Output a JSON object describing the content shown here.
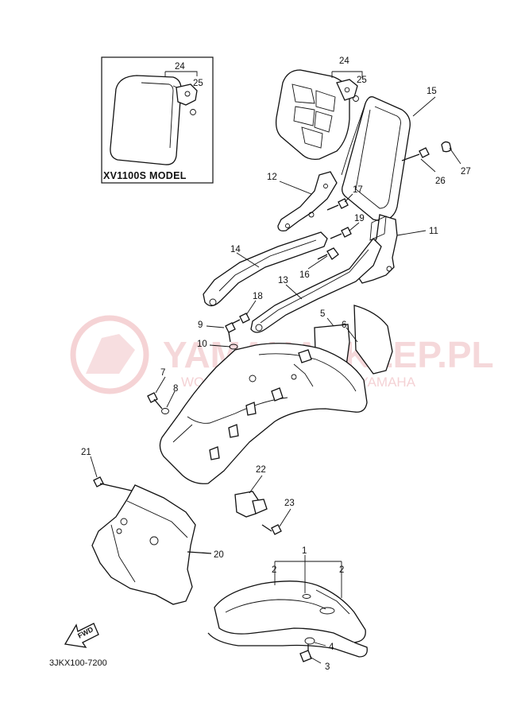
{
  "inset": {
    "model_label": "XV1100S MODEL",
    "callouts": [
      "24",
      "25"
    ]
  },
  "callouts": {
    "c24": "24",
    "c25": "25",
    "c15": "15",
    "c26": "26",
    "c27": "27",
    "c12": "12",
    "c17": "17",
    "c19": "19",
    "c11": "11",
    "c14": "14",
    "c16": "16",
    "c13": "13",
    "c18": "18",
    "c9": "9",
    "c5": "5",
    "c6": "6",
    "c10": "10",
    "c7": "7",
    "c8": "8",
    "c21": "21",
    "c22": "22",
    "c23": "23",
    "c20": "20",
    "c1": "1",
    "c2a": "2",
    "c2b": "2",
    "c4": "4",
    "c3": "3"
  },
  "watermark": {
    "title": "YAMAHASKLEP.PL",
    "subtitle": "WOJCIECHOWSKI DEALER YAMAHA"
  },
  "fwd_label": "FWD",
  "diagram_code": "3JKX100-7200",
  "colors": {
    "line": "#111111",
    "watermark": "#f2c8cb",
    "background": "#ffffff"
  }
}
